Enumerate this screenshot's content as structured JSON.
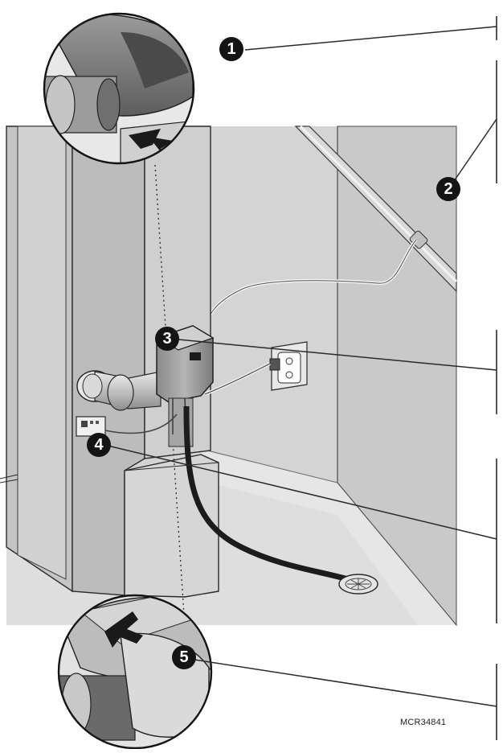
{
  "figure": {
    "model_code": "MCR34841",
    "callouts": [
      {
        "id": "1",
        "label": "1"
      },
      {
        "id": "2",
        "label": "2"
      },
      {
        "id": "3",
        "label": "3"
      },
      {
        "id": "4",
        "label": "4"
      },
      {
        "id": "5",
        "label": "5"
      }
    ]
  },
  "colors": {
    "room_background": "#d4d4d4",
    "wall_right": "#c8c8c8",
    "furnace_body": "#bdbdbd",
    "outline": "#2a2a2a",
    "callout_badge": "#141414",
    "drain_hose": "#1c1c1c"
  },
  "icons": [
    "duct-pipe",
    "humidifier-unit",
    "electrical-outlet",
    "thermostat-control",
    "floor-drain",
    "water-supply-pipe"
  ]
}
